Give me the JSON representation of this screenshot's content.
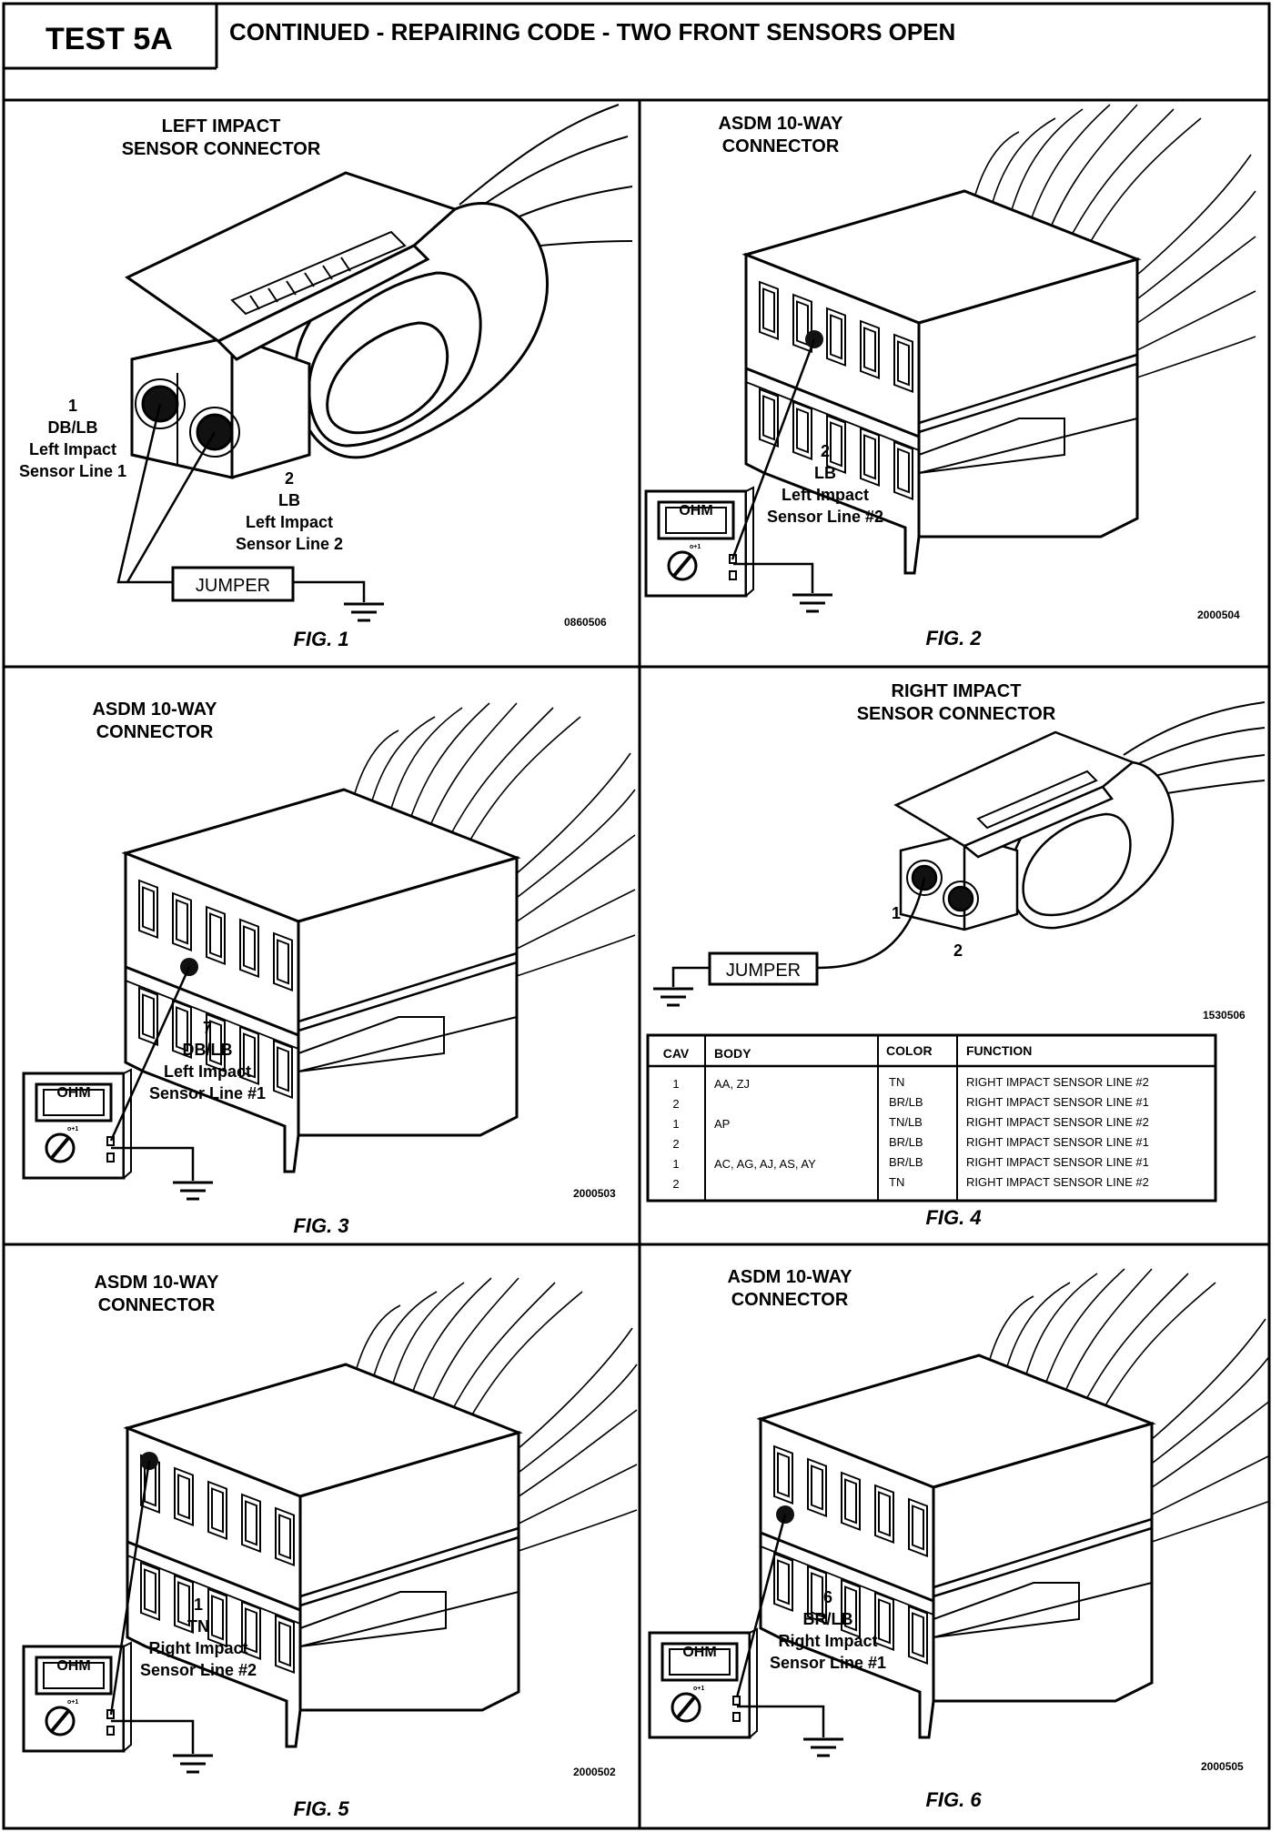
{
  "header": {
    "test_label": "TEST 5A",
    "title": "CONTINUED - REPAIRING CODE - TWO FRONT SENSORS OPEN"
  },
  "icons": {
    "ground": "ground-symbol-icon",
    "meter": "ohmmeter-icon",
    "wire": "wire-harness-icon"
  },
  "panels": [
    {
      "fig": "FIG. 1",
      "code": "0860506",
      "title_lines": [
        "LEFT IMPACT",
        "SENSOR CONNECTOR"
      ],
      "pin_a_lines": [
        "1",
        "DB/LB",
        "Left Impact",
        "Sensor Line 1"
      ],
      "pin_b_lines": [
        "2",
        "LB",
        "Left Impact",
        "Sensor Line 2"
      ],
      "jumper": "JUMPER"
    },
    {
      "fig": "FIG. 2",
      "code": "2000504",
      "title_lines": [
        "ASDM 10-WAY",
        "CONNECTOR"
      ],
      "pin_lines": [
        "2",
        "LB",
        "Left Impact",
        "Sensor Line #2"
      ],
      "meter_label": "OHM"
    },
    {
      "fig": "FIG. 3",
      "code": "2000503",
      "title_lines": [
        "ASDM 10-WAY",
        "CONNECTOR"
      ],
      "pin_lines": [
        "7",
        "DB/LB",
        "Left Impact",
        "Sensor Line #1"
      ],
      "meter_label": "OHM"
    },
    {
      "fig": "FIG. 4",
      "code": "1530506",
      "title_lines": [
        "RIGHT IMPACT",
        "SENSOR CONNECTOR"
      ],
      "pin_a": "1",
      "pin_b": "2",
      "jumper": "JUMPER",
      "table": {
        "headers": [
          "CAV",
          "BODY",
          "COLOR",
          "FUNCTION"
        ],
        "rows": [
          [
            "1",
            "AA, ZJ",
            "TN",
            "RIGHT IMPACT SENSOR LINE #2"
          ],
          [
            "2",
            "",
            "BR/LB",
            "RIGHT IMPACT SENSOR LINE #1"
          ],
          [
            "1",
            "AP",
            "TN/LB",
            "RIGHT IMPACT SENSOR LINE #2"
          ],
          [
            "2",
            "",
            "BR/LB",
            "RIGHT IMPACT SENSOR LINE #1"
          ],
          [
            "1",
            "AC, AG, AJ, AS, AY",
            "BR/LB",
            "RIGHT IMPACT SENSOR LINE #1"
          ],
          [
            "2",
            "",
            "TN",
            "RIGHT IMPACT SENSOR LINE #2"
          ]
        ]
      }
    },
    {
      "fig": "FIG. 5",
      "code": "2000502",
      "title_lines": [
        "ASDM 10-WAY",
        "CONNECTOR"
      ],
      "pin_lines": [
        "1",
        "TN",
        "Right Impact",
        "Sensor Line #2"
      ],
      "meter_label": "OHM"
    },
    {
      "fig": "FIG. 6",
      "code": "2000505",
      "title_lines": [
        "ASDM 10-WAY",
        "CONNECTOR"
      ],
      "pin_lines": [
        "6",
        "BR/LB",
        "Right Impact",
        "Sensor Line #1"
      ],
      "meter_label": "OHM"
    }
  ]
}
